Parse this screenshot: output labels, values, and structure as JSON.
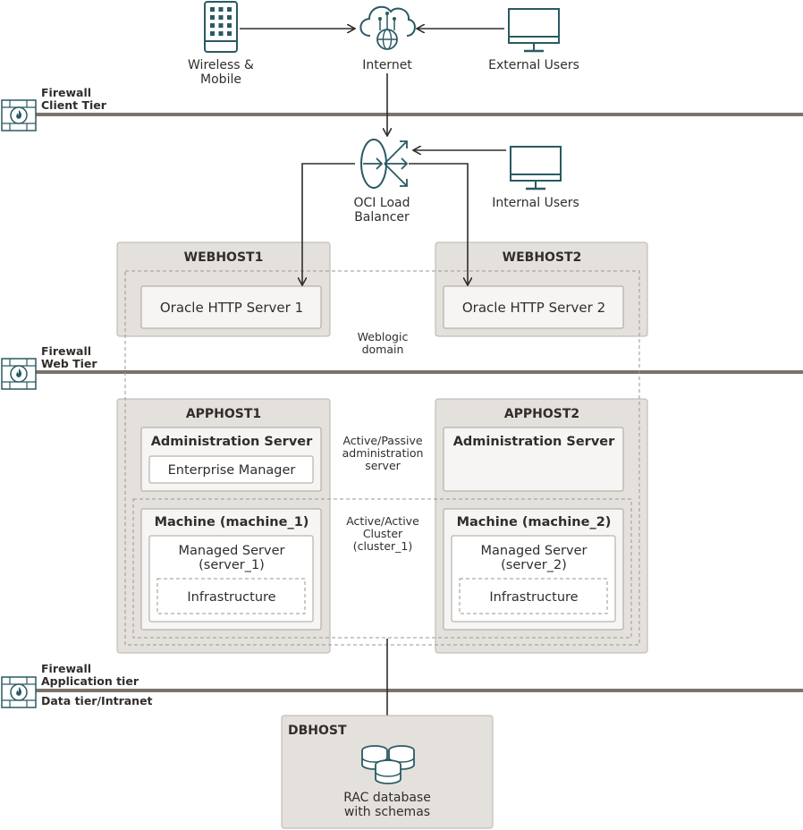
{
  "top": {
    "wireless": [
      "Wireless &",
      "Mobile"
    ],
    "internet": "Internet",
    "external_users": "External Users",
    "internal_users": "Internal Users",
    "load_balancer": [
      "OCI Load",
      "Balancer"
    ]
  },
  "tiers": {
    "client": [
      "Firewall",
      "Client Tier"
    ],
    "web": [
      "Firewall",
      "Web Tier"
    ],
    "app": [
      "Firewall",
      "Application tier"
    ],
    "data": "Data tier/Intranet"
  },
  "webhost1": {
    "title": "WEBHOST1",
    "server": "Oracle HTTP Server 1"
  },
  "webhost2": {
    "title": "WEBHOST2",
    "server": "Oracle HTTP Server 2"
  },
  "weblogic_domain": [
    "Weblogic",
    "domain"
  ],
  "apphost1": {
    "title": "APPHOST1",
    "admin": "Administration Server",
    "em": "Enterprise Manager",
    "machine": "Machine (machine_1)",
    "managed": [
      "Managed Server",
      "(server_1)"
    ],
    "infra": "Infrastructure"
  },
  "apphost2": {
    "title": "APPHOST2",
    "admin": "Administration Server",
    "machine": "Machine (machine_2)",
    "managed": [
      "Managed Server",
      "(server_2)"
    ],
    "infra": "Infrastructure"
  },
  "active_passive": [
    "Active/Passive",
    "administration",
    "server"
  ],
  "active_active": [
    "Active/Active",
    "Cluster",
    "(cluster_1)"
  ],
  "dbhost": {
    "title": "DBHOST",
    "db": [
      "RAC database",
      "with schemas"
    ]
  },
  "colors": {
    "icon": "#2a5a63",
    "host": "#e4e1dd",
    "tier_line": "#7a736c"
  }
}
